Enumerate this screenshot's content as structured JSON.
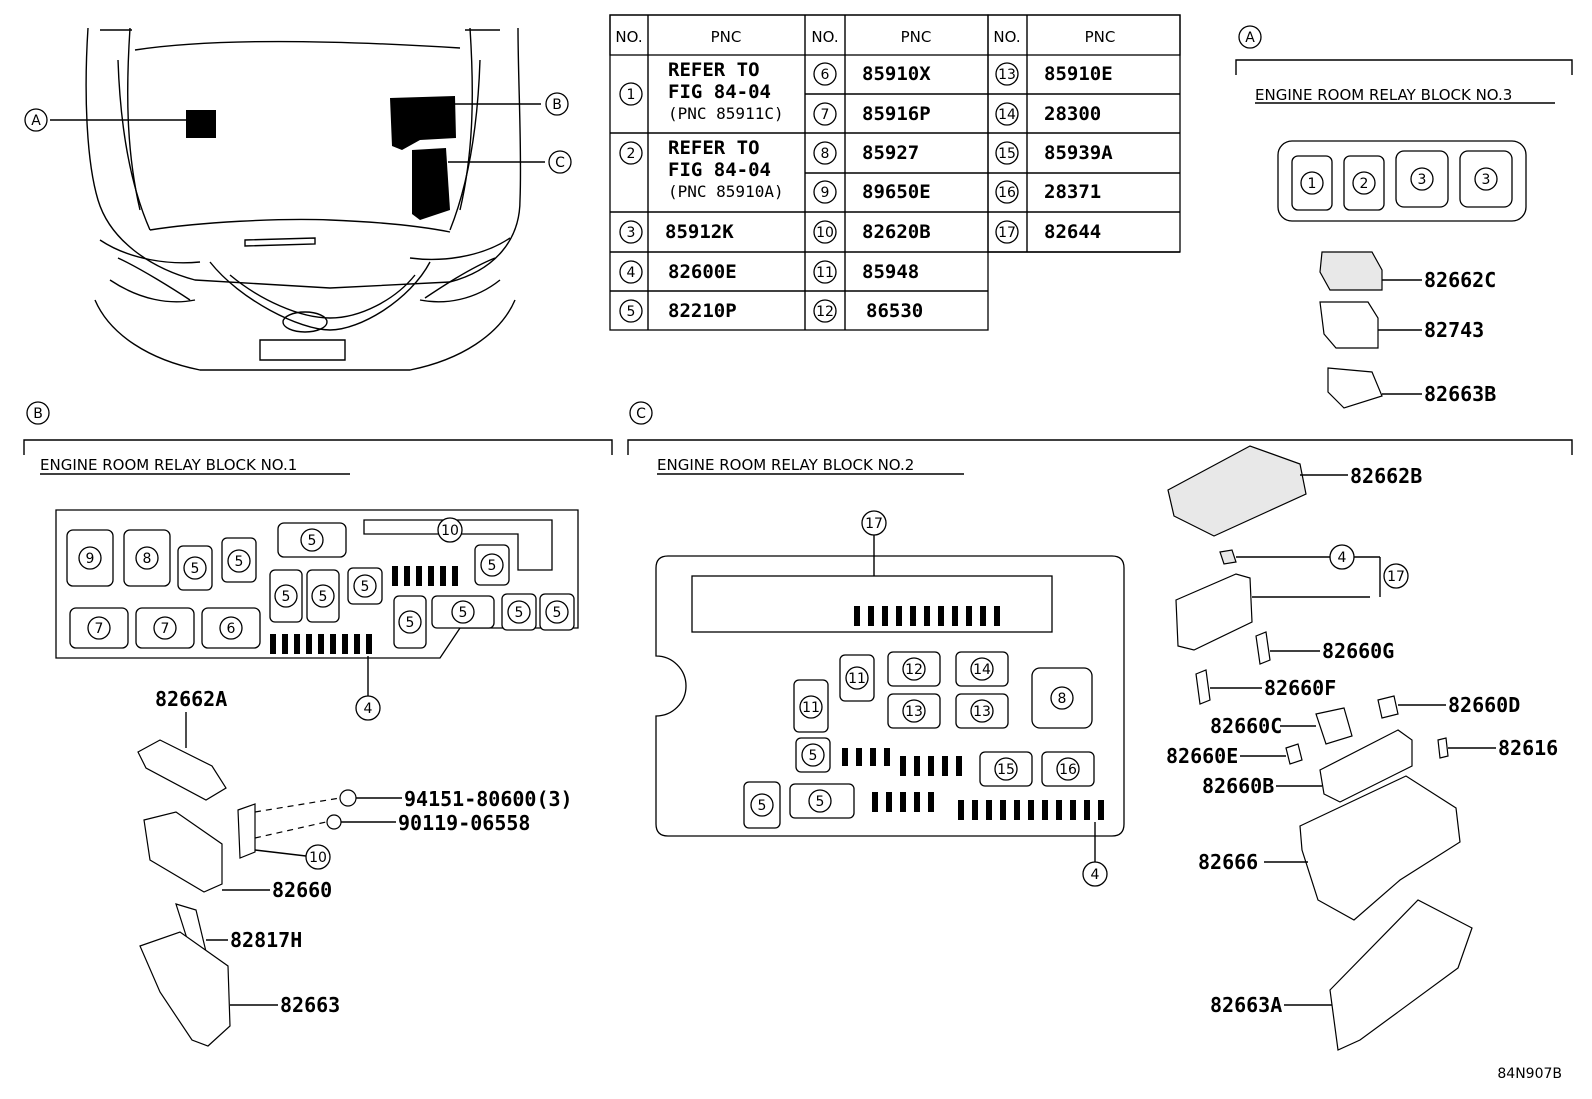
{
  "table": {
    "headers": [
      {
        "no": "NO.",
        "pnc": "PNC"
      },
      {
        "no": "NO.",
        "pnc": "PNC"
      },
      {
        "no": "NO.",
        "pnc": "PNC"
      }
    ],
    "rows": [
      {
        "no": "1",
        "lines": [
          "REFER TO",
          "FIG 84-04",
          "(PNC 85911C)"
        ]
      },
      {
        "no": "2",
        "lines": [
          "REFER TO",
          "FIG 84-04",
          "(PNC 85910A)"
        ]
      },
      {
        "no": "3",
        "pnc": "85912K"
      },
      {
        "no": "4",
        "pnc": "82600E"
      },
      {
        "no": "5",
        "pnc": "82210P"
      },
      {
        "no": "6",
        "pnc": "85910X"
      },
      {
        "no": "7",
        "pnc": "85916P"
      },
      {
        "no": "8",
        "pnc": "85927"
      },
      {
        "no": "9",
        "pnc": "89650E"
      },
      {
        "no": "10",
        "pnc": "82620B"
      },
      {
        "no": "11",
        "pnc": "85948"
      },
      {
        "no": "12",
        "pnc": "86530"
      },
      {
        "no": "13",
        "pnc": "85910E"
      },
      {
        "no": "14",
        "pnc": "28300"
      },
      {
        "no": "15",
        "pnc": "85939A"
      },
      {
        "no": "16",
        "pnc": "28371"
      },
      {
        "no": "17",
        "pnc": "82644"
      }
    ]
  },
  "section_markers": {
    "a": "A",
    "b": "B",
    "c": "C"
  },
  "section_a": {
    "title": "ENGINE ROOM RELAY BLOCK NO.3",
    "slots": [
      "1",
      "2",
      "3",
      "3"
    ],
    "parts": [
      "82662C",
      "82743",
      "82663B"
    ]
  },
  "section_b": {
    "title": "ENGINE ROOM RELAY BLOCK NO.1",
    "slots": [
      "9",
      "8",
      "5",
      "5",
      "5",
      "10",
      "5",
      "5",
      "5",
      "5",
      "7",
      "7",
      "6",
      "5",
      "5",
      "5",
      "5",
      "4"
    ],
    "parts": [
      "82662A",
      "94151-80600(3)",
      "90119-06558",
      "10",
      "82660",
      "82817H",
      "82663"
    ]
  },
  "section_c": {
    "title": "ENGINE ROOM RELAY BLOCK NO.2",
    "slots": [
      "17",
      "11",
      "11",
      "12",
      "14",
      "13",
      "13",
      "8",
      "5",
      "15",
      "16",
      "5",
      "5",
      "4"
    ],
    "parts": [
      "82662B",
      "4",
      "17",
      "82660G",
      "82660F",
      "82660C",
      "82660D",
      "82660E",
      "82616",
      "82660B",
      "82666",
      "82663A"
    ]
  },
  "footer": {
    "code": "84N907B"
  }
}
